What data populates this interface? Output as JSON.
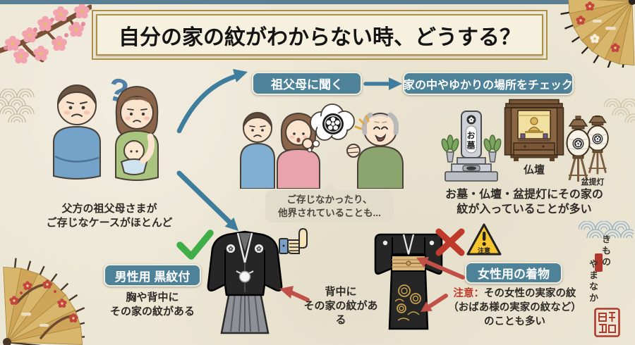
{
  "header": {
    "title": "自分の家の紋がわからない時、どうする？"
  },
  "flow": {
    "ask_grandparents": "祖父母に聞く",
    "check_places": "家の中やゆかりの場所をチェック"
  },
  "couple": {
    "question_mark": "?",
    "caption1": "父方の祖父母さまが",
    "caption2": "ご存じなケースがほとんど"
  },
  "grandparents": {
    "bubble1": "ご存じなかったり、",
    "bubble2": "他界されていることも..."
  },
  "places": {
    "grave_label": "お墓",
    "butsudan_label": "仏壇",
    "lantern_label": "盆提灯",
    "caption1": "お墓・仏壇・盆提灯にその家の",
    "caption2": "紋が入っていることが多い"
  },
  "male": {
    "label": "男性用 黒紋付",
    "caption1": "胸や背中に",
    "caption2": "その家の紋がある",
    "back_note1": "背中に",
    "back_note2": "その家の紋がある"
  },
  "female": {
    "label": "女性用の着物",
    "warning_badge": "注意",
    "note_prefix": "注意：",
    "note1": "その女性の実家の紋",
    "note2": "（おばあ様の実家の紋など）",
    "note3": "のことも多い"
  },
  "brand": {
    "line1": "きもの",
    "line2": "やまなか"
  },
  "colors": {
    "background": "#ece6d4",
    "top_strip": "#5a7f93",
    "accent_teal": "#4d8299",
    "arrow_teal": "#3f7d9c",
    "alert_red": "#bf3a2b",
    "warning_yellow": "#f7c52e",
    "check_green": "#3fae49",
    "gold_border": "#ad8f45"
  }
}
